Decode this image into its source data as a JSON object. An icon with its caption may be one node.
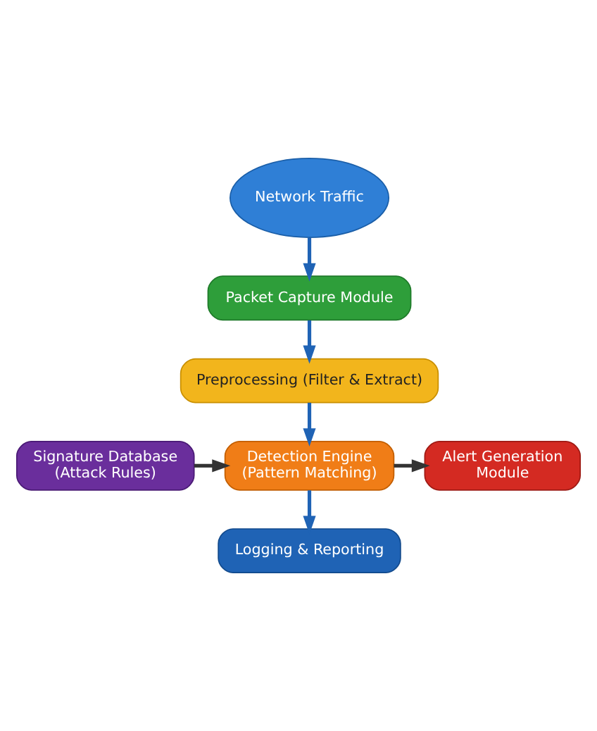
{
  "diagram": {
    "nodes": [
      {
        "text": [
          "Network Traffic"
        ]
      },
      {
        "text": [
          "Packet Capture Module"
        ]
      },
      {
        "text": [
          "Preprocessing (Filter & Extract)"
        ]
      },
      {
        "text": [
          "Signature Database",
          "(Attack Rules)"
        ]
      },
      {
        "text": [
          "Detection Engine (Pattern Matching)"
        ]
      },
      {
        "text": [
          "Alert Generation Module"
        ]
      },
      {
        "text": [
          "Logging & Reporting"
        ]
      }
    ],
    "edges": [
      {
        "from": 0,
        "to": 1,
        "arrow": "to"
      },
      {
        "from": 1,
        "to": 2,
        "arrow": "to"
      },
      {
        "from": 2,
        "to": 4,
        "arrow": "to"
      },
      {
        "from": 3,
        "to": 4,
        "arrow": "to",
        "color": "#333333"
      },
      {
        "from": 4,
        "to": 5,
        "arrow": "to",
        "color": "#333333"
      },
      {
        "from": 4,
        "to": 6,
        "arrow": "to"
      }
    ]
  }
}
